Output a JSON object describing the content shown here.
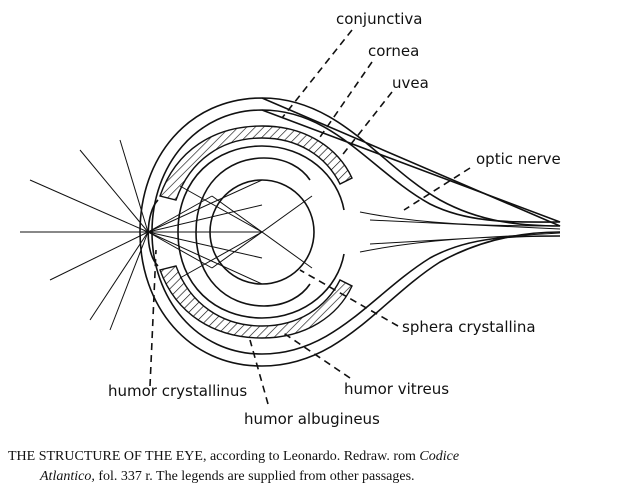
{
  "labels": {
    "conjunctiva": "conjunctiva",
    "cornea": "cornea",
    "uvea": "uvea",
    "optic_nerve": "optic nerve",
    "sphera_crystallina": "sphera crystallina",
    "humor_crystallinus": "humor crystallinus",
    "humor_vitreus": "humor vitreus",
    "humor_albugineus": "humor albugineus"
  },
  "caption": {
    "line1_a": "THE STRUCTURE OF THE EYE,",
    "line1_b": " according to Leonardo.  Redraw.   rom ",
    "line1_c": "Codice",
    "line2_a": "Atlantico,",
    "line2_b": " fol. 337 r.   The legends are supplied from other passages."
  }
}
